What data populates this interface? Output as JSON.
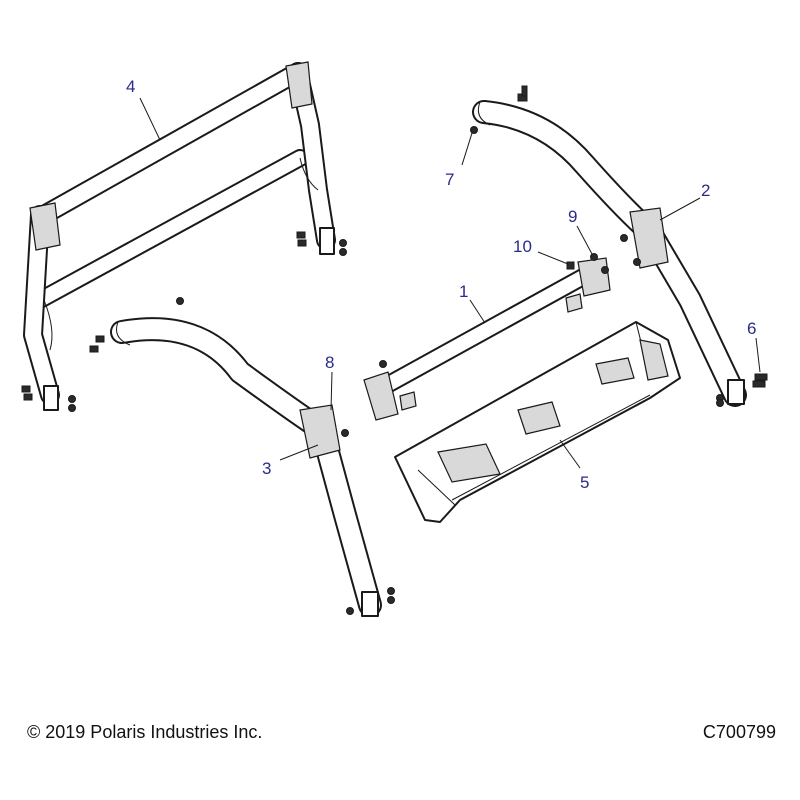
{
  "callouts": {
    "c1": "1",
    "c2": "2",
    "c3": "3",
    "c4": "4",
    "c5": "5",
    "c6": "6",
    "c7": "7",
    "c8": "8",
    "c9": "9",
    "c10": "10"
  },
  "footer": {
    "copyright": "© 2019 Polaris Industries Inc.",
    "figure_code": "C700799"
  },
  "colors": {
    "callout_text": "#2a2a8c",
    "line_art": "#1a1a1a"
  }
}
